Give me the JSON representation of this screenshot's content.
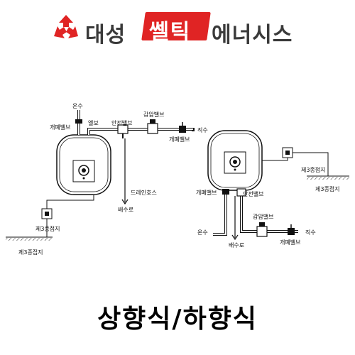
{
  "header": {
    "brand_left": "대성",
    "brand_highlight": "쎌틱",
    "brand_right": "에너시스"
  },
  "left_diagram": {
    "hot_water": "온수",
    "shutoff_valve_1": "개폐밸브",
    "elbow": "엘보",
    "safety_valve": "안전밸브",
    "pressure_valve": "감압밸브",
    "direct_water": "직수",
    "shutoff_valve_2": "개폐밸브",
    "drain_hose": "드레인호스",
    "drain_outlet": "배수로",
    "ground_label_1": "제3종접지",
    "ground_label_2": "제3종접지"
  },
  "right_diagram": {
    "ground_label_1": "제3종접지",
    "ground_label_2": "제3종접지",
    "shutoff_valve_1": "개폐밸브",
    "safety_valve": "안전밸브",
    "pressure_valve": "감압밸브",
    "hot_water": "온수",
    "drain_outlet": "배수로",
    "direct_water": "직수",
    "shutoff_valve_2": "개폐밸브"
  },
  "caption": "상향식/하향식",
  "colors": {
    "brand_red": "#e02424",
    "brand_gray": "#3a3a3a"
  }
}
